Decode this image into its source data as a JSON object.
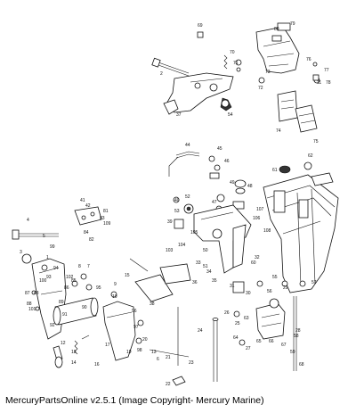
{
  "caption": "MercuryPartsOnline v2.5.1 (Image Copyright- Mercury Marine)",
  "callouts": [
    "1",
    "2",
    "3",
    "4",
    "5",
    "6",
    "7",
    "8",
    "9",
    "10",
    "11",
    "12",
    "13",
    "14",
    "15",
    "16",
    "17",
    "18",
    "19",
    "20",
    "21",
    "22",
    "23",
    "24",
    "25",
    "26",
    "27",
    "28",
    "29",
    "30",
    "31",
    "32",
    "33",
    "34",
    "35",
    "36",
    "37",
    "38",
    "39",
    "40",
    "41",
    "42",
    "43",
    "44",
    "45",
    "46",
    "47",
    "48",
    "49",
    "50",
    "51",
    "52",
    "53",
    "54",
    "55",
    "56",
    "57",
    "58",
    "59",
    "60",
    "61",
    "62",
    "63",
    "64",
    "65",
    "66",
    "67",
    "68",
    "69",
    "70",
    "71",
    "72",
    "73",
    "74",
    "75",
    "76",
    "77",
    "78",
    "79",
    "80",
    "81",
    "82",
    "83",
    "84",
    "85",
    "86",
    "87",
    "88",
    "89",
    "90",
    "91",
    "92",
    "93",
    "94",
    "95",
    "96",
    "97",
    "98",
    "99",
    "100",
    "101",
    "102",
    "103",
    "104",
    "105",
    "106",
    "107",
    "108",
    "109"
  ]
}
